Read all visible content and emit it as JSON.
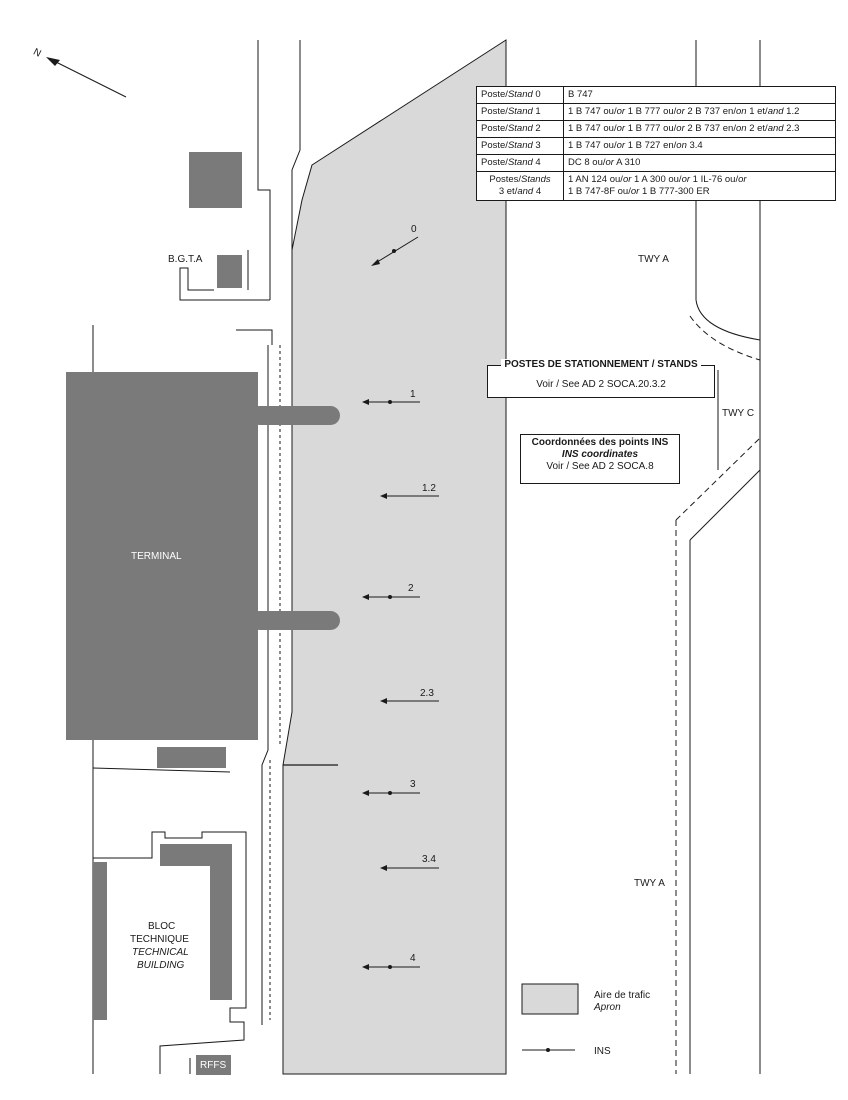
{
  "north_label": "N",
  "table": {
    "rows": [
      {
        "stand": "Poste/",
        "stand_it": "Stand",
        "stand_num": " 0",
        "desc": [
          {
            "t": "B 747",
            "i": false
          }
        ]
      },
      {
        "stand": "Poste/",
        "stand_it": "Stand",
        "stand_num": " 1",
        "desc": [
          {
            "t": "1 B 747 ou/",
            "i": false
          },
          {
            "t": "or",
            "i": true
          },
          {
            "t": " 1 B 777 ou/",
            "i": false
          },
          {
            "t": "or",
            "i": true
          },
          {
            "t": " 2 B 737 en/",
            "i": false
          },
          {
            "t": "on",
            "i": true
          },
          {
            "t": " 1 et/",
            "i": false
          },
          {
            "t": "and",
            "i": true
          },
          {
            "t": " 1.2",
            "i": false
          }
        ]
      },
      {
        "stand": "Poste/",
        "stand_it": "Stand",
        "stand_num": " 2",
        "desc": [
          {
            "t": "1 B 747 ou/",
            "i": false
          },
          {
            "t": "or",
            "i": true
          },
          {
            "t": " 1 B 777 ou/",
            "i": false
          },
          {
            "t": "or",
            "i": true
          },
          {
            "t": " 2 B 737 en/",
            "i": false
          },
          {
            "t": "on",
            "i": true
          },
          {
            "t": " 2 et/",
            "i": false
          },
          {
            "t": "and",
            "i": true
          },
          {
            "t": " 2.3",
            "i": false
          }
        ]
      },
      {
        "stand": "Poste/",
        "stand_it": "Stand",
        "stand_num": " 3",
        "desc": [
          {
            "t": "1 B 747 ou/",
            "i": false
          },
          {
            "t": "or",
            "i": true
          },
          {
            "t": " 1 B 727 en/",
            "i": false
          },
          {
            "t": "on",
            "i": true
          },
          {
            "t": " 3.4",
            "i": false
          }
        ]
      },
      {
        "stand": "Poste/",
        "stand_it": "Stand",
        "stand_num": " 4",
        "desc": [
          {
            "t": "DC 8  ou/",
            "i": false
          },
          {
            "t": "or",
            "i": true
          },
          {
            "t": "  A 310",
            "i": false
          }
        ]
      }
    ],
    "last_row": {
      "stand_line1_a": "Postes/",
      "stand_line1_b": "Stands",
      "stand_line2_a": "3 et/",
      "stand_line2_b": "and",
      "stand_line2_c": " 4",
      "desc_line1": [
        {
          "t": "1 AN 124 ou/",
          "i": false
        },
        {
          "t": "or",
          "i": true
        },
        {
          "t": " 1 A 300 ou/",
          "i": false
        },
        {
          "t": "or",
          "i": true
        },
        {
          "t": " 1 IL-76 ou/",
          "i": false
        },
        {
          "t": "or",
          "i": true
        }
      ],
      "desc_line2": [
        {
          "t": "1 B 747-8F ou/",
          "i": false
        },
        {
          "t": "or",
          "i": true
        },
        {
          "t": " 1 B 777-300 ER",
          "i": false
        }
      ]
    }
  },
  "labels": {
    "bgta": "B.G.T.A",
    "terminal": "TERMINAL",
    "bloc": "BLOC",
    "technique": "TECHNIQUE",
    "technical": "TECHNICAL",
    "building": "BUILDING",
    "rffs": "RFFS",
    "twy_a_top": "TWY A",
    "twy_a_bottom": "TWY A",
    "twy_c": "TWY C"
  },
  "stands": [
    "0",
    "1",
    "1.2",
    "2",
    "2.3",
    "3",
    "3.4",
    "4"
  ],
  "stands_box": {
    "title": "POSTES DE STATIONNEMENT / STANDS",
    "sub": "Voir / See AD 2 SOCA.20.3.2"
  },
  "ins_box": {
    "line1": "Coordonnées des points INS",
    "line2": "INS coordinates",
    "line3": "Voir / See AD 2 SOCA.8"
  },
  "legend": {
    "apron_fr": "Aire de trafic",
    "apron_en": "Apron",
    "ins": "INS"
  },
  "colors": {
    "apron": "#d9d9d9",
    "building": "#7a7a7a",
    "line": "#1a1a1a"
  }
}
